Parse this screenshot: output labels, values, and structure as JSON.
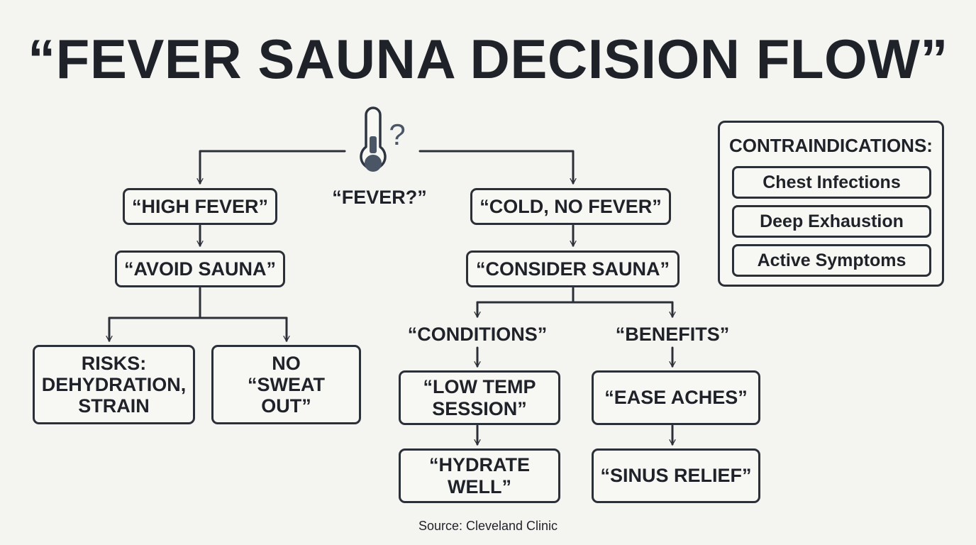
{
  "title": "“FEVER SAUNA DECISION FLOW”",
  "icons": {
    "thermometer": "thermometer-icon",
    "question": "?"
  },
  "root_label": "“FEVER?”",
  "left_branch": {
    "condition": "“HIGH FEVER”",
    "action": "“AVOID SAUNA”",
    "risks": [
      "RISKS:",
      "DEHYDRATION,",
      "STRAIN"
    ],
    "no_sweat": [
      "NO",
      "“SWEAT",
      "OUT”"
    ]
  },
  "right_branch": {
    "condition": "“COLD, NO FEVER”",
    "action": "“CONSIDER SAUNA”",
    "conditions_label": "“CONDITIONS”",
    "benefits_label": "“BENEFITS”",
    "low_temp": [
      "“LOW TEMP",
      "SESSION”"
    ],
    "hydrate": [
      "“HYDRATE",
      "WELL”"
    ],
    "ease_aches": "“EASE ACHES”",
    "sinus_relief": "“SINUS RELIEF”"
  },
  "contraindications": {
    "title": "CONTRAINDICATIONS:",
    "items": [
      "Chest Infections",
      "Deep Exhaustion",
      "Active Symptoms"
    ]
  },
  "source": "Source: Cleveland Clinic",
  "colors": {
    "background": "#f4f4f1",
    "ink": "#1f2329",
    "icon_fill": "#4a5566",
    "icon_stroke": "#2e3440"
  }
}
